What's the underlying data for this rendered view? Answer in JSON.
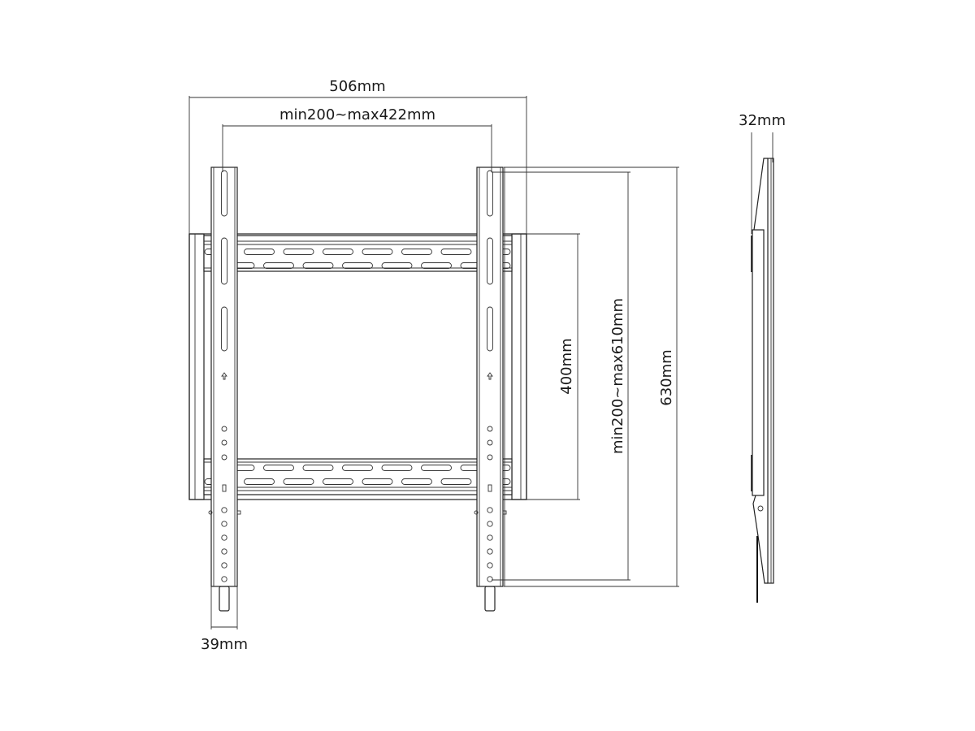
{
  "diagram": {
    "title": "TV wall mount dimension drawing",
    "dimensions": {
      "overall_width": "506mm",
      "vesa_horizontal": "min200~max422mm",
      "vesa_vertical_plate": "400mm",
      "vesa_vertical_range": "min200~max610mm",
      "overall_height": "630mm",
      "upright_width": "39mm",
      "profile_depth": "32mm"
    },
    "colors": {
      "line": "#222222",
      "background": "#ffffff"
    }
  }
}
